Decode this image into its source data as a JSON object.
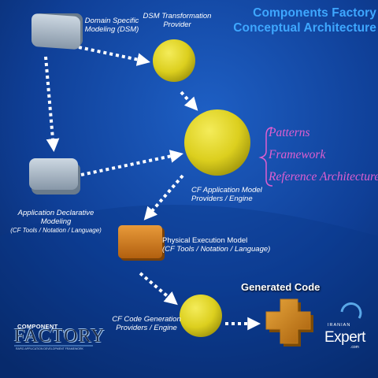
{
  "title": {
    "line1": "Components Factory",
    "line2": "Conceptual Architecture"
  },
  "nodes": {
    "dsm": {
      "line1": "Domain Specific",
      "line2": "Modeling (DSM)"
    },
    "dsm_provider": {
      "line1": "DSM Transformation",
      "line2": "Provider"
    },
    "cf_app_model": {
      "line1": "CF Application Model",
      "line2": "Providers / Engine"
    },
    "app_declarative": {
      "line1": "Application Declarative",
      "line2": "Modeling",
      "line3": "(CF Tools / Notation / Language)"
    },
    "physical_exec": {
      "line1": "Physical Execution Model",
      "line2": "(CF Tools / Notation / Language)"
    },
    "code_gen": {
      "line1": "CF Code Generation",
      "line2": "Providers / Engine"
    },
    "generated_code": {
      "label": "Generated Code"
    }
  },
  "patterns": [
    "Patterns",
    "Framework",
    "Reference Architecture"
  ],
  "logos": {
    "component_factory": {
      "top": "COMPONENT",
      "main": "FACTORY",
      "tagline": "RAPID APPLICATION DEVELOPMENT FRAMEWORK"
    },
    "iranian_expert": {
      "top": "IRANIAN",
      "main": "Expert",
      "suffix": ".com"
    }
  },
  "colors": {
    "background": "#0b2f72",
    "title": "#3ea7ff",
    "circle": "#dccf1e",
    "box_gray": "#a9b8c6",
    "box_orange": "#d07a22",
    "patterns": "#e05fd0",
    "arrow": "#ffffff"
  }
}
